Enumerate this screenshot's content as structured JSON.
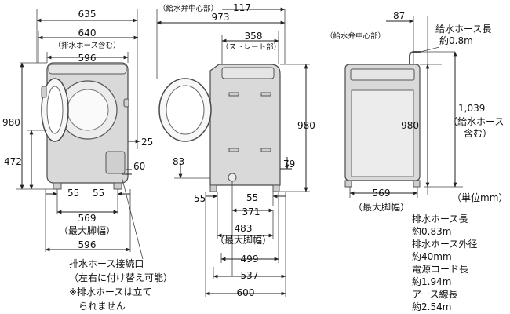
{
  "front_view": {
    "width_outer": "635",
    "width_with_hose": "640",
    "hose_included_note": "（排水ホース含む）",
    "width_body": "596",
    "height": "980",
    "height_lower": "472",
    "right_dim_25": "25",
    "right_dim_60": "60",
    "foot_left": "55",
    "foot_right": "55",
    "max_foot_width": "569",
    "max_foot_width_label": "（最大脚幅）",
    "bottom_width": "596"
  },
  "side_view": {
    "water_valve_center_label": "（給水弁中心部）",
    "valve_offset": "117",
    "depth_total": "973",
    "straight_part": "358",
    "straight_part_label": "（ストレート部）",
    "height": "980",
    "left_83": "83",
    "right_79": "79",
    "foot_left": "55",
    "foot_right": "55",
    "dim_371": "371",
    "dim_483": "483",
    "max_foot_width_label": "（最大脚幅）",
    "dim_499": "499",
    "dim_537": "537",
    "dim_600": "600"
  },
  "back_view": {
    "valve_offset": "87",
    "water_valve_center_label": "（給水弁中心部）",
    "supply_hose_length_label": "給水ホース長",
    "supply_hose_length_value": "約0.8m",
    "height_with_hose": "1,039",
    "height_with_hose_note_1": "（給水ホース",
    "height_with_hose_note_2": "含む）",
    "height": "980",
    "unit": "（単位mm）",
    "max_foot_width": "569",
    "max_foot_width_label": "（最大脚幅）"
  },
  "notes": {
    "drain_connection": "排水ホース接続口",
    "drain_connection_sub": "（左右に付け替え可能）",
    "drain_hose_warning_1": "※排水ホースは立て",
    "drain_hose_warning_2": "られません"
  },
  "specs": {
    "drain_hose_length_label": "排水ホース長",
    "drain_hose_length_value": "約0.83m",
    "drain_hose_diameter_label": "排水ホース外径",
    "drain_hose_diameter_value": "約40mm",
    "power_cord_length_label": "電源コード長",
    "power_cord_length_value": "約1.94m",
    "ground_wire_length_label": "アース線長",
    "ground_wire_length_value": "約2.54m"
  }
}
